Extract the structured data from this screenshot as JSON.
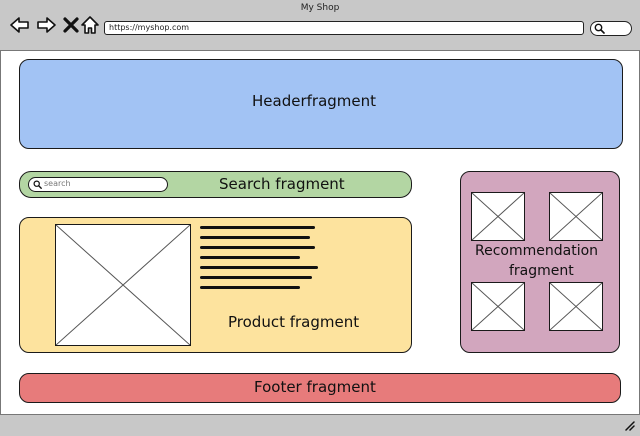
{
  "window": {
    "title": "My Shop"
  },
  "address_bar": {
    "url": "https://myshop.com"
  },
  "fragments": {
    "header": {
      "label": "Headerfragment"
    },
    "search": {
      "label": "Search fragment",
      "input_placeholder": "search"
    },
    "product": {
      "label": "Product fragment"
    },
    "recommendation": {
      "label_line1": "Recommendation",
      "label_line2": "fragment"
    },
    "footer": {
      "label": "Footer fragment"
    }
  },
  "colors": {
    "header": "#a2c3f4",
    "search": "#b3d6a3",
    "product": "#fde39e",
    "recommendation": "#d2a6be",
    "footer": "#e77b7b",
    "chrome": "#c8c8c8"
  },
  "icons": [
    "back-arrow-icon",
    "forward-arrow-icon",
    "close-icon",
    "home-icon",
    "search-icon",
    "resize-grip-icon",
    "image-placeholder-icon"
  ]
}
